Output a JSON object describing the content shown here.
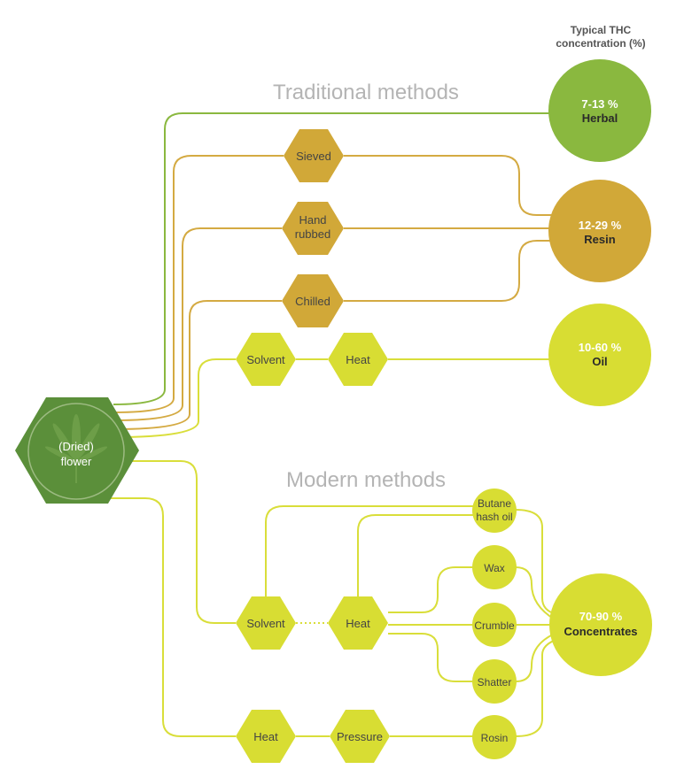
{
  "header": {
    "line1": "Typical THC",
    "line2": "concentration (%)"
  },
  "sections": {
    "traditional": "Traditional methods",
    "modern": "Modern methods"
  },
  "source": {
    "line1": "(Dried)",
    "line2": "flower"
  },
  "traditional_nodes": {
    "sieved": "Sieved",
    "hand_rubbed_1": "Hand",
    "hand_rubbed_2": "rubbed",
    "chilled": "Chilled",
    "solvent": "Solvent",
    "heat": "Heat"
  },
  "modern_nodes": {
    "solvent": "Solvent",
    "heat": "Heat",
    "heat_bottom": "Heat",
    "pressure": "Pressure"
  },
  "products": {
    "butane_1": "Butane",
    "butane_2": "hash oil",
    "wax": "Wax",
    "crumble": "Crumble",
    "shatter": "Shatter",
    "rosin": "Rosin"
  },
  "outcomes": {
    "herbal": {
      "pct": "7-13 %",
      "name": "Herbal"
    },
    "resin": {
      "pct": "12-29 %",
      "name": "Resin"
    },
    "oil": {
      "pct": "10-60 %",
      "name": "Oil"
    },
    "concentrates": {
      "pct": "70-90 %",
      "name": "Concentrates"
    }
  },
  "colors": {
    "green_dark": "#5b8f3a",
    "green": "#8ab83f",
    "gold": "#d1a838",
    "yellow": "#d8dd33",
    "line_green": "#8ab83f",
    "line_gold": "#d4aa42",
    "line_yellow": "#d9de3a"
  }
}
